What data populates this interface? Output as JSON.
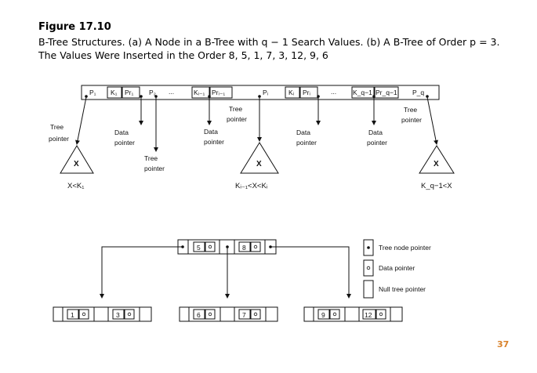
{
  "figure": {
    "label": "Figure 17.10",
    "caption_line1": "B-Tree Structures. (a) A Node in a B-Tree with q − 1 Search Values. (b) A B-Tree of Order p = 3.",
    "caption_line2": "The Values Were Inserted in the Order 8, 5, 1, 7, 3, 12, 9, 6"
  },
  "part_a": {
    "node_cells": [
      "P₁",
      "K₁",
      "Pr₁",
      "P₂",
      "...",
      "Kᵢ₋₁",
      "Prᵢ₋₁",
      "Pᵢ",
      "Kᵢ",
      "Prᵢ",
      "...",
      "K_q−1",
      "Pr_q−1",
      "P_q"
    ],
    "labels": {
      "tree_pointer": "Tree",
      "tree_pointer2": "pointer",
      "data_pointer": "Data",
      "data_pointer2": "pointer",
      "x": "X",
      "cond_left": "X<K₁",
      "cond_mid": "Kᵢ₋₁<X<Kᵢ",
      "cond_right": "K_q−1<X"
    }
  },
  "part_b": {
    "root_keys": [
      "5",
      "8"
    ],
    "leaves": [
      [
        "1",
        "3"
      ],
      [
        "6",
        "7"
      ],
      [
        "9",
        "12"
      ]
    ],
    "legend": {
      "tree_node_pointer": "Tree node pointer",
      "data_pointer": "Data pointer",
      "null_tree_pointer": "Null tree pointer"
    }
  },
  "page_number": "37",
  "colors": {
    "page_number": "#d9822b",
    "line": "#111111"
  }
}
